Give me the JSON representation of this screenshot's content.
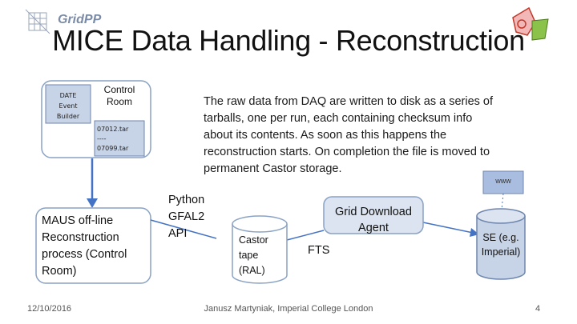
{
  "slide": {
    "title": "MICE Data Handling - Reconstruction",
    "logo_text": "GridPP",
    "daq_box_label": [
      "DATE",
      "Event",
      "Builder"
    ],
    "control_room_label": "Control Room",
    "tar_list": [
      "07012.tar",
      "----",
      "07099.tar"
    ],
    "description": "The raw data from DAQ are written to disk as a series of tarballs, one per run, each  containing checksum info about its contents. As soon as this happens the reconstruction starts. On completion the file is moved to permanent Castor storage.",
    "www_label": "www",
    "maus_label": "MAUS off-line Reconstruction process (Control Room)",
    "python_label": "Python GFAL2 API",
    "castor_label": "Castor tape (RAL)",
    "grid_download_label": "Grid Download Agent",
    "fts_label": "FTS",
    "se_label": "SE (e.g. Imperial)",
    "footer": {
      "date": "12/10/2016",
      "author": "Janusz Martyniak, Imperial College London",
      "page": "4"
    }
  }
}
